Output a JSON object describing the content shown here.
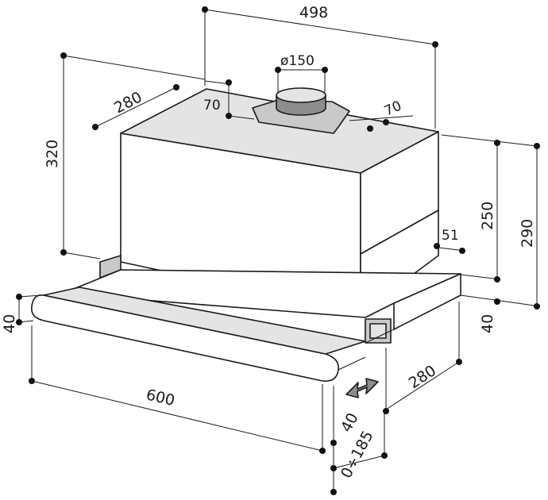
{
  "dimensions": {
    "total_width": "498",
    "duct_diameter": "ø150",
    "depth": "280",
    "duct_offset_left": "70",
    "duct_offset_right": "70",
    "overall_height": "320",
    "body_height": "250",
    "total_height": "290",
    "step": "51",
    "front_height_right": "40",
    "front_height_left": "40",
    "front_width": "600",
    "lower_depth": "280",
    "front_thickness": "40",
    "slide_range": "0÷185"
  },
  "colors": {
    "line": "#1a1a1a",
    "light": "#e4e4e4",
    "mid": "#c9c9c9",
    "dark": "#8d8d8d"
  }
}
